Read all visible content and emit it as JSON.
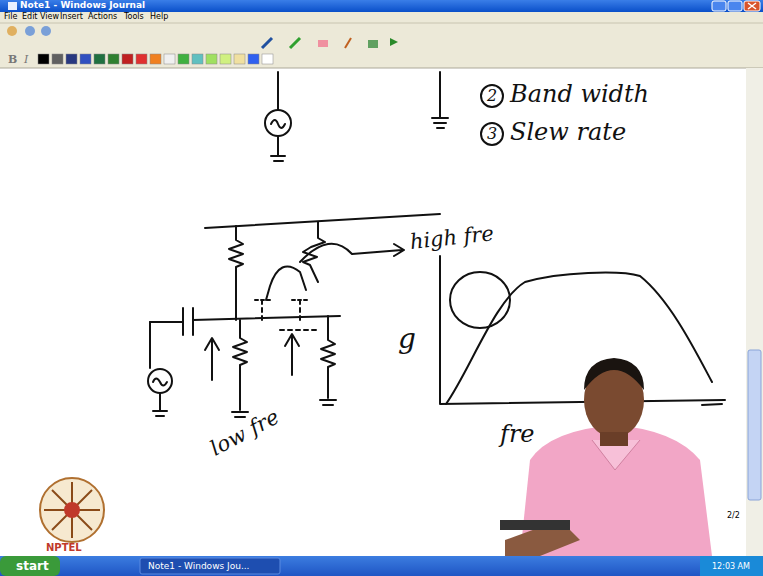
{
  "diagram": {
    "title": "Note1 - Windows Journal",
    "labels": [
      "File",
      "Edit",
      "View",
      "Insert",
      "Actions",
      "Tools",
      "Help",
      "2",
      "Band width",
      "3",
      "Slew rate",
      "high fre",
      "low fre",
      "g",
      "fre",
      "2/2",
      "NPTEL",
      "start",
      "Note1 - Windows Jou...",
      "12:03 AM"
    ]
  }
}
